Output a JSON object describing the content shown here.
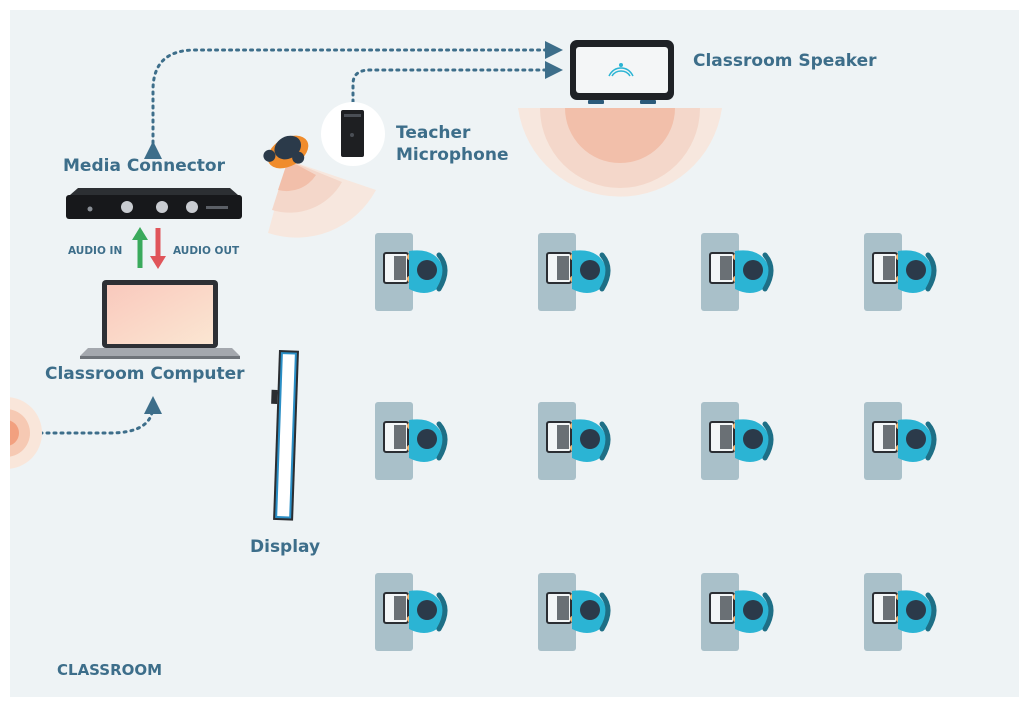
{
  "labels": {
    "classroom_speaker": "Classroom Speaker",
    "media_connector": "Media Connector",
    "teacher_microphone": "Teacher\nMicrophone",
    "audio_in": "AUDIO IN",
    "audio_out": "AUDIO OUT",
    "classroom_computer": "Classroom Computer",
    "display": "Display",
    "room": "CLASSROOM"
  },
  "colors": {
    "room_bg": "#eef3f5",
    "label": "#3d6e8a",
    "link_dotted": "#3d6e8a",
    "audio_in_arrow": "#3aaa5c",
    "audio_out_arrow": "#e0555a",
    "sound_wave": "#f2a98a",
    "desk": "#a9c0c9",
    "student": "#2bb4d4",
    "device_dark": "#1e1f22"
  },
  "icons": {
    "speaker": "classroom-speaker-icon",
    "connector": "media-connector-icon",
    "microphone": "teacher-microphone-icon",
    "teacher": "teacher-icon",
    "computer": "laptop-icon",
    "display": "display-panel-icon",
    "student": "student-desk-icon"
  },
  "student_grid": {
    "rows": 3,
    "columns": 4
  }
}
